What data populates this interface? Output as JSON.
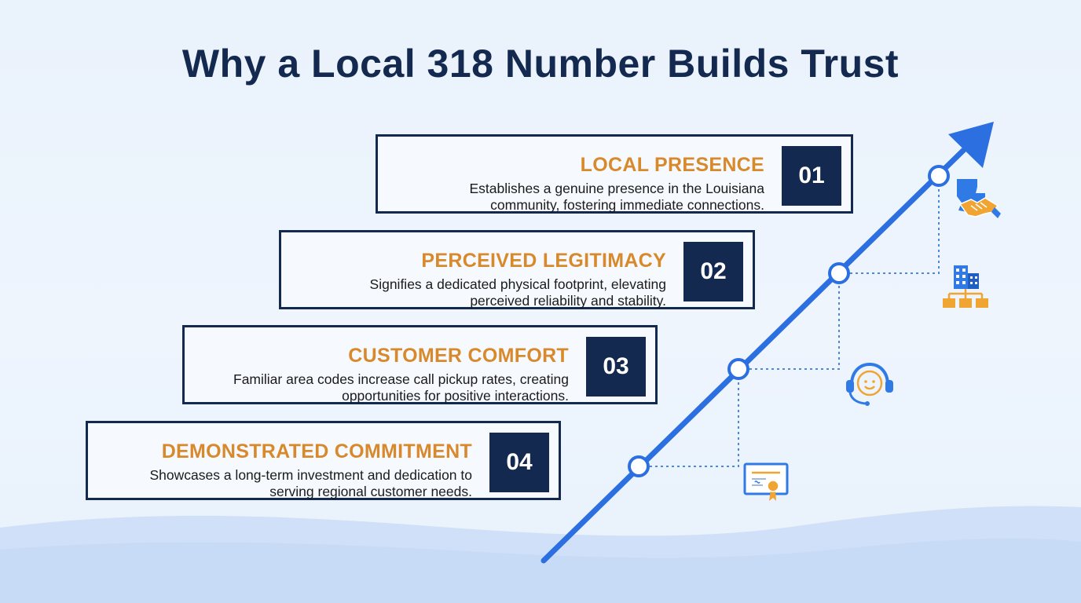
{
  "title": "Why a Local 318 Number Builds Trust",
  "cards": [
    {
      "number": "01",
      "heading": "LOCAL PRESENCE",
      "text_line1": "Establishes a genuine presence in the Louisiana",
      "text_line2": "community, fostering immediate connections."
    },
    {
      "number": "02",
      "heading": "PERCEIVED LEGITIMACY",
      "text_line1": "Signifies a dedicated physical footprint, elevating",
      "text_line2": "perceived reliability and stability."
    },
    {
      "number": "03",
      "heading": "CUSTOMER COMFORT",
      "text_line1": "Familiar area codes increase call pickup rates, creating",
      "text_line2": "opportunities for positive interactions."
    },
    {
      "number": "04",
      "heading": "DEMONSTRATED COMMITMENT",
      "text_line1": "Showcases a long-term investment and dedication to",
      "text_line2": "serving regional customer needs."
    }
  ],
  "icons": [
    "louisiana-handshake-icon",
    "building-network-icon",
    "customer-support-headset-icon",
    "certificate-icon"
  ],
  "colors": {
    "navy": "#14294f",
    "orange": "#d8892b",
    "arrow_blue": "#2b6fe0",
    "icon_blue": "#2f7ae5",
    "icon_orange": "#f0a532"
  }
}
